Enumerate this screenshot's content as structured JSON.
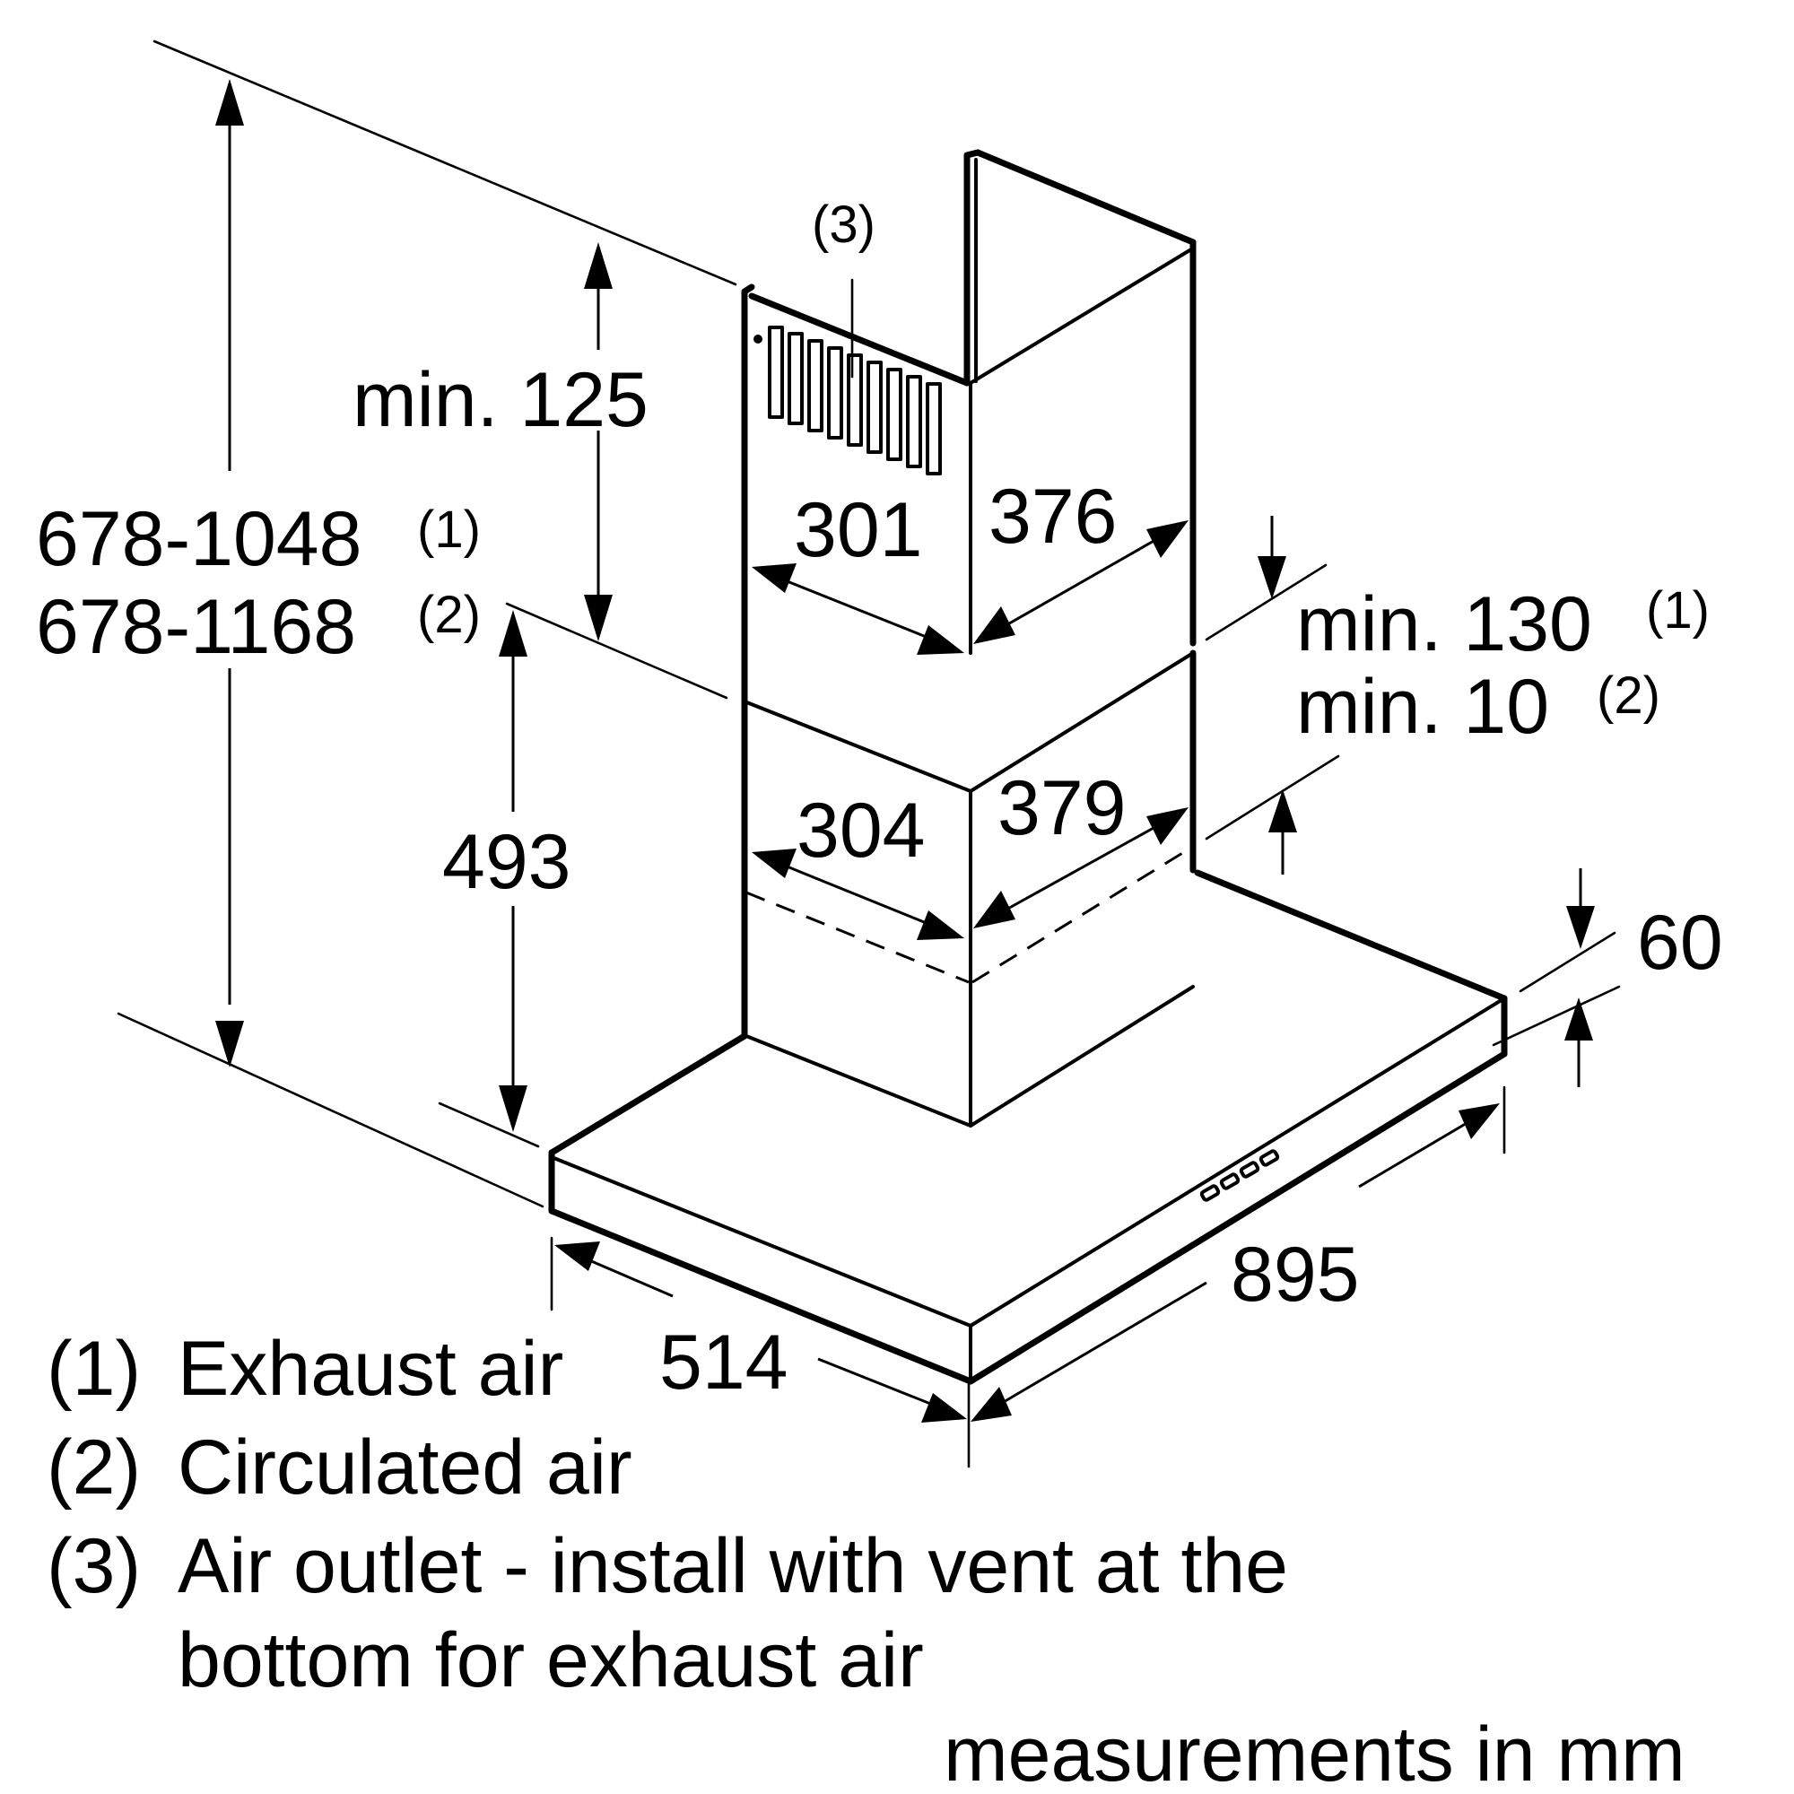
{
  "dimensions": {
    "total_height_a": "678-1048",
    "total_height_a_note": "(1)",
    "total_height_b": "678-1168",
    "total_height_b_note": "(2)",
    "min_top_gap": "min. 125",
    "upper_chimney_width": "301",
    "upper_chimney_depth": "376",
    "lower_chimney_width": "304",
    "lower_chimney_depth": "379",
    "lower_chimney_height": "493",
    "overlap_exhaust": "min. 130",
    "overlap_exhaust_note": "(1)",
    "overlap_circulated": "min. 10",
    "overlap_circulated_note": "(2)",
    "canopy_height": "60",
    "canopy_width": "895",
    "canopy_depth": "514",
    "vent_callout": "(3)"
  },
  "legend": {
    "item1_marker": "(1)",
    "item1_text": "Exhaust air",
    "item2_marker": "(2)",
    "item2_text": "Circulated air",
    "item3_marker": "(3)",
    "item3_text_line1": "Air outlet - install with vent at the",
    "item3_text_line2": "bottom for exhaust air"
  },
  "units_note": "measurements in mm"
}
